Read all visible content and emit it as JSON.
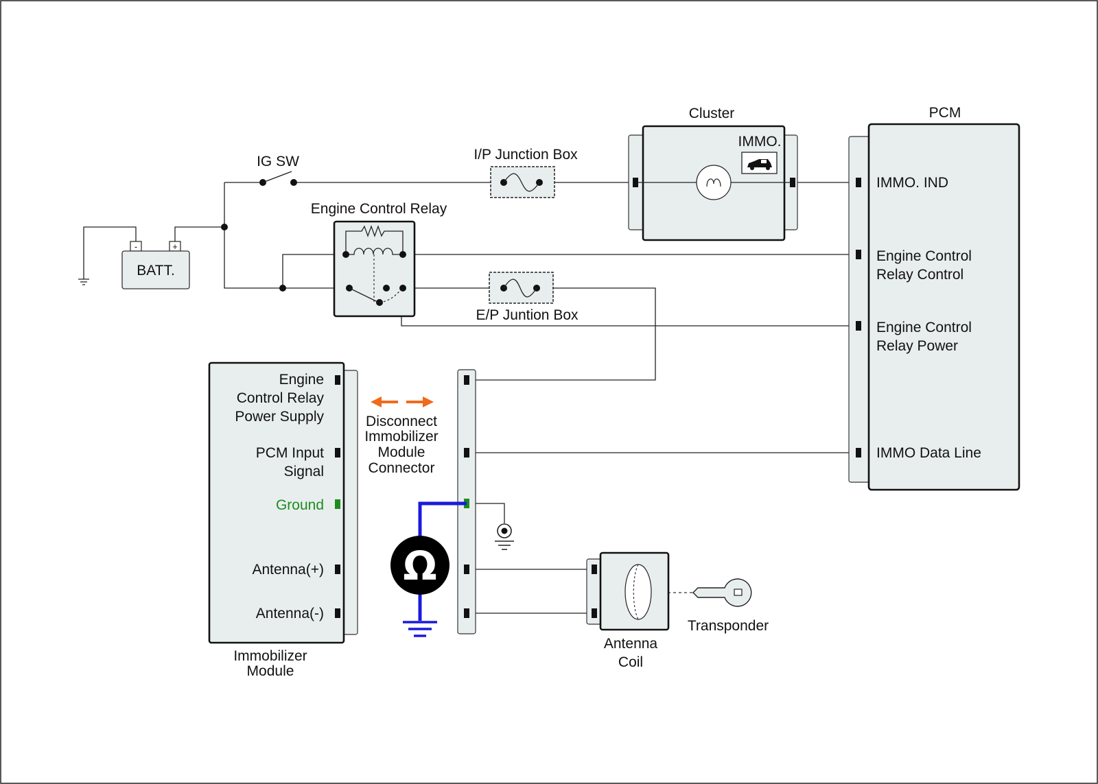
{
  "labels": {
    "cluster": "Cluster",
    "pcm": "PCM",
    "immo_icon_label": "IMMO.",
    "ig_sw": "IG SW",
    "ip_junction_box": "I/P Junction Box",
    "engine_control_relay": "Engine Control Relay",
    "batt": "BATT.",
    "batt_neg": "-",
    "batt_pos": "+",
    "ep_junction_box": "E/P Juntion Box",
    "transponder": "Transponder",
    "antenna_coil_line1": "Antenna",
    "antenna_coil_line2": "Coil",
    "immobilizer_module_line1": "Immobilizer",
    "immobilizer_module_line2": "Module",
    "disconnect_line1": "Disconnect",
    "disconnect_line2": "Immobilizer",
    "disconnect_line3": "Module",
    "disconnect_line4": "Connector",
    "ohmmeter_symbol": "Ω"
  },
  "pcm_pins": {
    "immo_ind": "IMMO. IND",
    "relay_control_line1": "Engine Control",
    "relay_control_line2": "Relay Control",
    "relay_power_line1": "Engine Control",
    "relay_power_line2": "Relay Power",
    "immo_data_line": "IMMO Data Line"
  },
  "immobilizer_pins": {
    "relay_supply_line1": "Engine",
    "relay_supply_line2": "Control Relay",
    "relay_supply_line3": "Power Supply",
    "pcm_input_line1": "PCM Input",
    "pcm_input_line2": "Signal",
    "ground": "Ground",
    "antenna_plus": "Antenna(+)",
    "antenna_minus": "Antenna(-)"
  },
  "colors": {
    "highlight_wire": "#1a1adc",
    "ground_pin": "#1e8c1e",
    "disconnect_arrow": "#f06a1c",
    "component_fill": "#e8eeee"
  }
}
